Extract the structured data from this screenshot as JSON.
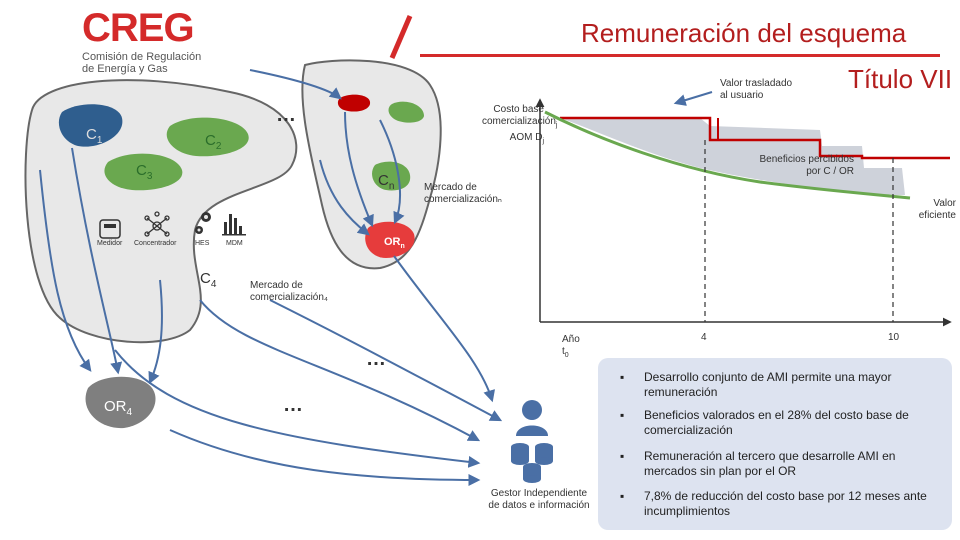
{
  "logo": {
    "wordmark": "CREG",
    "subtitle_line1": "Comisión de Regulación",
    "subtitle_line2": "de Energía y Gas"
  },
  "header": {
    "title": "Remuneración del esquema",
    "section": "Título VII"
  },
  "diagram": {
    "clients": {
      "c1": "C",
      "c1_sub": "1",
      "c2": "C",
      "c2_sub": "2",
      "c3": "C",
      "c3_sub": "3",
      "c4": "C",
      "c4_sub": "4",
      "cn": "C",
      "cn_sub": "n"
    },
    "ellipsis": "…",
    "devices": {
      "medidor": "Medidor",
      "concentrador": "Concentrador",
      "hes": "HES",
      "mdm": "MDM"
    },
    "markets": {
      "mercado_n_line1": "Mercado de",
      "mercado_n_line2": "comercializaciónₙ",
      "mercado_4_line1": "Mercado de",
      "mercado_4_line2": "comercialización₄"
    },
    "operators": {
      "or4": "OR",
      "or4_sub": "4",
      "orn": "OR",
      "orn_sub": "n"
    },
    "gestor_line1": "Gestor Independiente",
    "gestor_line2": "de datos e información"
  },
  "chart": {
    "valor_trasladado_line1": "Valor trasladado",
    "valor_trasladado_line2": "al usuario",
    "costo_line1": "Costo base",
    "costo_line2": "comercialización",
    "costo_sub": "j",
    "costo_line3": "AOM D",
    "costo_line3_sub": "j",
    "beneficios_line1": "Beneficios percibidos",
    "beneficios_line2": "por C / OR",
    "valor_eficiente_line1": "Valor",
    "valor_eficiente_line2": "eficiente",
    "anio_line1": "Año",
    "anio_line2": "t",
    "anio_sub": "0",
    "tick_4": "4",
    "tick_10": "10"
  },
  "bullets": [
    "Desarrollo conjunto de AMI permite una mayor remuneración",
    "Beneficios valorados en el 28% del costo base de comercialización",
    "Remuneración al tercero que desarrolle AMI en mercados sin plan por el OR",
    "7,8% de reducción del costo base por 12 meses ante incumplimientos"
  ],
  "bullet_marker": "▪",
  "colors": {
    "brand_red": "#d42a2a",
    "title_red": "#b31e1e",
    "region_gray": "#e8e8e8",
    "green": "#6aa84f",
    "steel_blue": "#4a6fa5",
    "bullet_bg": "#dde3f0"
  }
}
